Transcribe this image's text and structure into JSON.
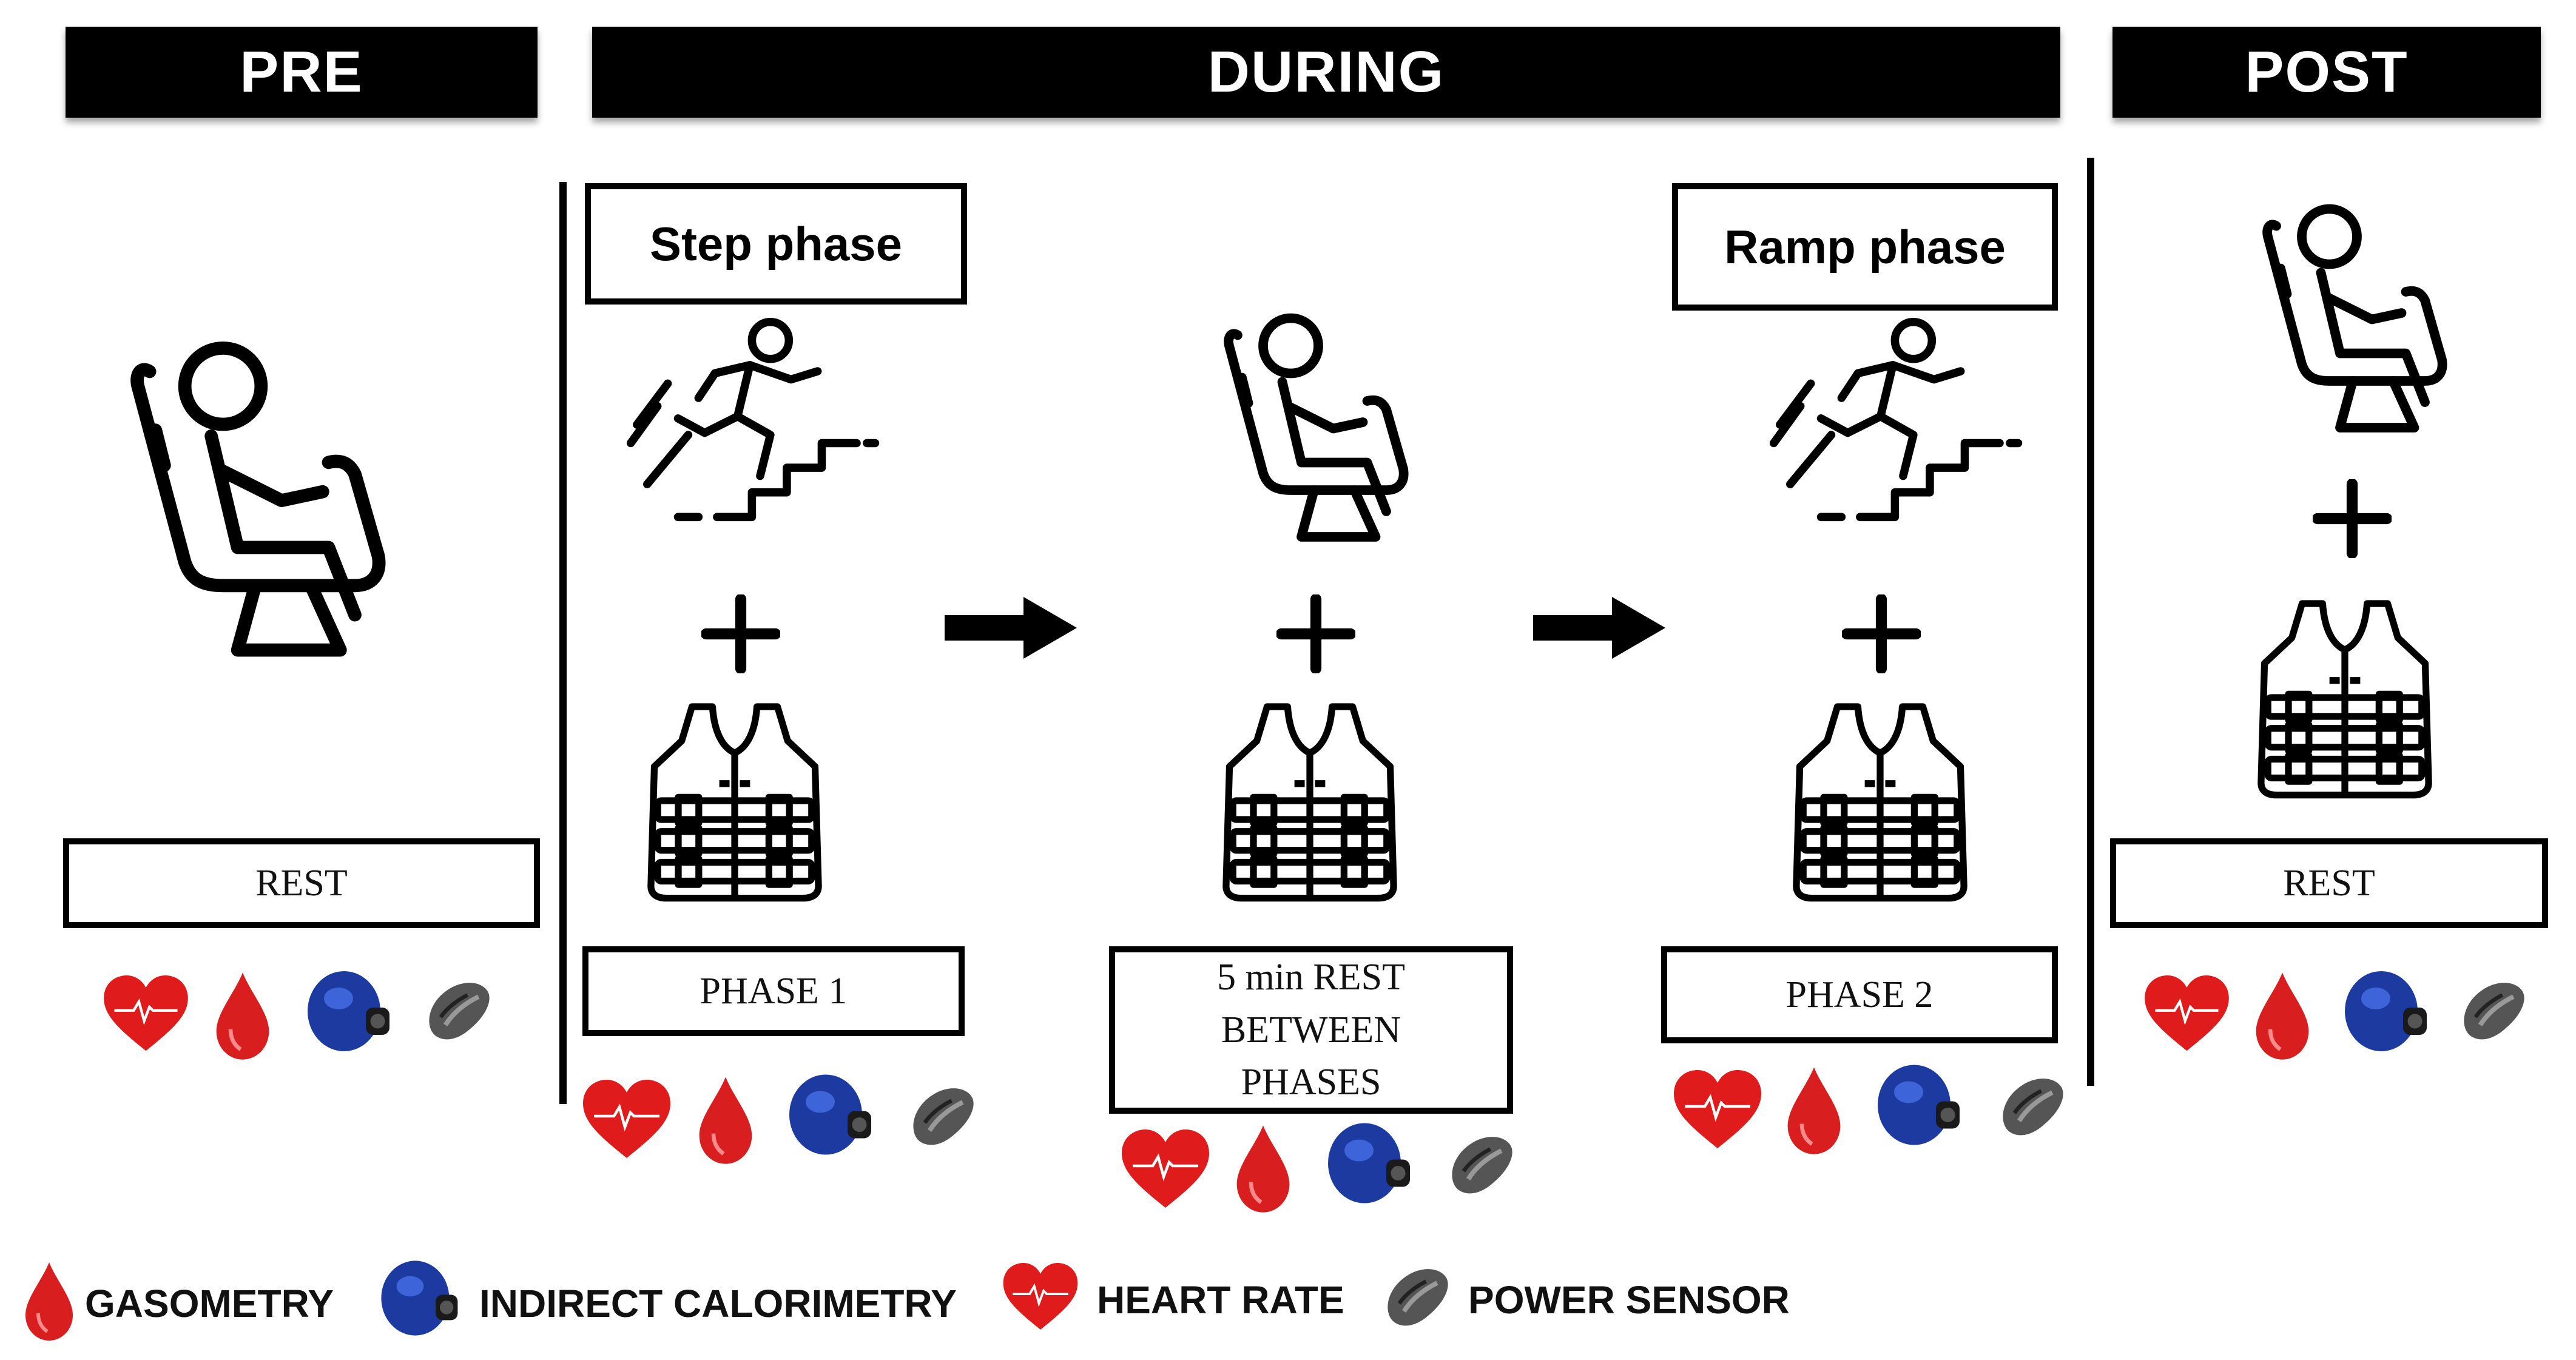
{
  "headers": {
    "pre": "PRE",
    "during": "DURING",
    "post": "POST"
  },
  "phase_titles": {
    "step": "Step phase",
    "ramp": "Ramp phase"
  },
  "labels": {
    "pre_rest": "REST",
    "phase1": "PHASE 1",
    "rest_between": "5  min REST BETWEEN PHASES",
    "phase2": "PHASE 2",
    "post_rest": "REST"
  },
  "legend": {
    "gasometry": "GASOMETRY",
    "calorimetry": "INDIRECT CALORIMETRY",
    "heart_rate": "HEART RATE",
    "power_sensor": "POWER SENSOR"
  },
  "icons": [
    "seated-person-icon",
    "stair-runner-icon",
    "plus-icon",
    "weighted-vest-icon",
    "arrow-right-icon",
    "heart-icon",
    "blood-drop-icon",
    "calorimetry-mask-icon",
    "power-sensor-icon"
  ],
  "colors": {
    "heart": "#e01b1b",
    "drop": "#d81e1e",
    "mask": "#1d3aa0",
    "sensor": "#555555",
    "header_bg": "#000000"
  }
}
